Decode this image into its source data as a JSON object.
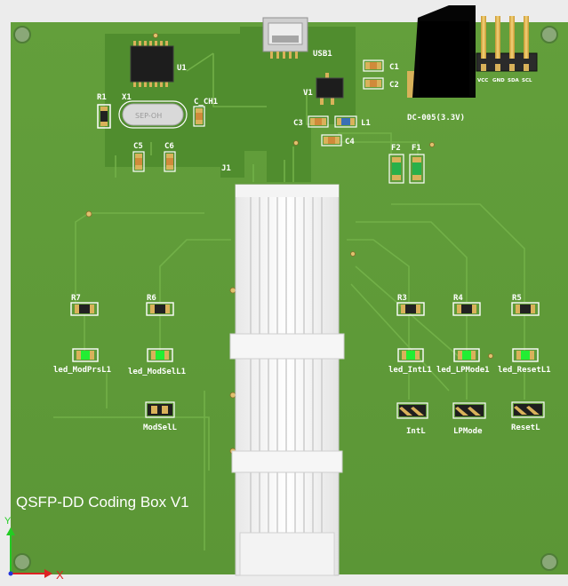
{
  "board": {
    "title": "QSFP-DD Coding Box V1",
    "colors": {
      "board": "#5e9a38",
      "copper_pour": "#4e8a2c",
      "trace": "#6fae44",
      "silk": "#ffffff",
      "pad": "#d9b25a",
      "led": "#22ee33",
      "background": "#ececec"
    }
  },
  "labels": {
    "u1": "U1",
    "x1": "X1",
    "r1": "R1",
    "crystal": "SEP-OH",
    "c_ch1": "C_CH1",
    "c5": "C5",
    "c6": "C6",
    "usb1": "USB1",
    "v1": "V1",
    "c1": "C1",
    "c2": "C2",
    "c3": "C3",
    "l1": "L1",
    "c4": "C4",
    "f1": "F1",
    "f2": "F2",
    "dc": "DC-005(3.3V)",
    "j1": "J1",
    "header_pins": [
      "VCC",
      "GND",
      "SDA",
      "SCL"
    ],
    "r7": "R7",
    "r6": "R6",
    "r3": "R3",
    "r4": "R4",
    "r5": "R5",
    "led_modprs": "led_ModPrsL1",
    "led_modsel": "led_ModSelL1",
    "led_int": "led_IntL1",
    "led_lpmode": "led_LPMode1",
    "led_reset": "led_ResetL1",
    "sw_modsel": "ModSelL",
    "sw_int": "IntL",
    "sw_lpmode": "LPMode",
    "sw_reset": "ResetL"
  },
  "axes": {
    "x": "X",
    "y": "Y"
  }
}
